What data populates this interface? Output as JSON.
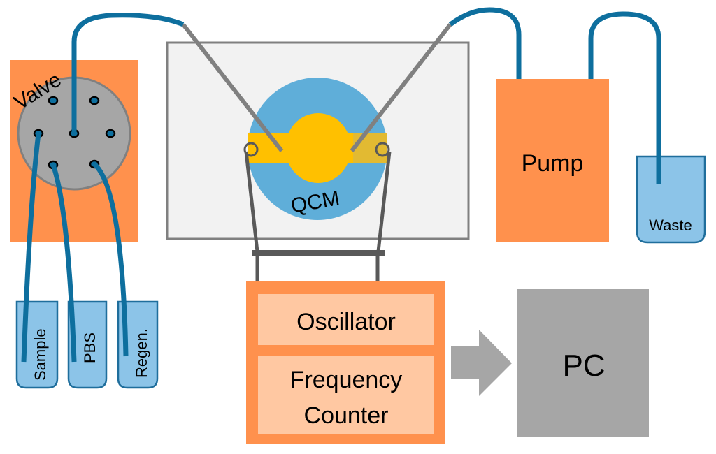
{
  "title": "QCM flow-injection measurement setup",
  "components": {
    "valve": {
      "label": "Valve"
    },
    "sample_vial": {
      "label": "Sample"
    },
    "pbs_vial": {
      "label": "PBS"
    },
    "regen_vial": {
      "label": "Regen."
    },
    "flow_cell": {
      "sensor_label": "QCM"
    },
    "pump": {
      "label": "Pump"
    },
    "waste": {
      "label": "Waste"
    },
    "electronics": {
      "oscillator_label": "Oscillator",
      "counter_label_line1": "Frequency",
      "counter_label_line2": "Counter"
    },
    "pc": {
      "label": "PC"
    }
  },
  "colors": {
    "orange": "#FF914D",
    "light_orange": "#FFC8A2",
    "tube_blue": "#0E6F9E",
    "vial_blue": "#8CC4E8",
    "crystal_blue": "#5FAED9",
    "gold": "#FFC000",
    "gray": "#A6A6A6",
    "cell_bg": "#F2F2F2"
  }
}
